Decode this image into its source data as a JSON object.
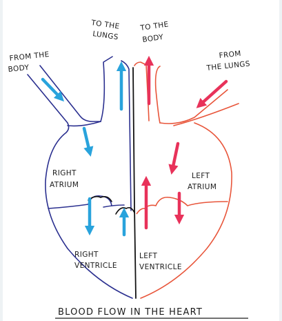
{
  "labels": {
    "from_body_line1": "FROM THE",
    "from_body_line2": "BODY",
    "to_lungs_line1": "TO THE",
    "to_lungs_line2": "LUNGS",
    "to_body_line1": "TO THE",
    "to_body_line2": "BODY",
    "from_lungs_line1": "FROM",
    "from_lungs_line2": "THE LUNGS",
    "right_atrium_line1": "RIGHT",
    "right_atrium_line2": "ATRIUM",
    "left_atrium_line1": "LEFT",
    "left_atrium_line2": "ATRIUM",
    "right_ventricle_line1": "RIGHT",
    "right_ventricle_line2": "VENTRICLE",
    "left_ventricle_line1": "LEFT",
    "left_ventricle_line2": "VENTRICLE",
    "title": "BLOOD FLOW IN THE HEART"
  },
  "colors": {
    "deoxygenated_outline": "#2a2f8f",
    "oxygenated_outline": "#e8553a",
    "deoxygenated_arrow": "#29a3dc",
    "oxygenated_arrow": "#e8325a",
    "septum": "#111111",
    "paper": "#ffffff",
    "background": "#eef2f4"
  }
}
